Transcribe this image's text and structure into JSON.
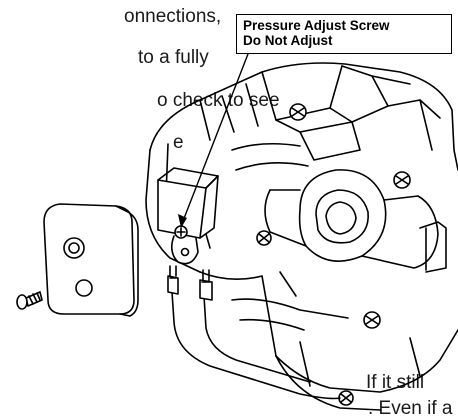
{
  "callout": {
    "line1": "Pressure Adjust Screw",
    "line2": "Do Not Adjust"
  },
  "text_fragments": [
    "onnections,",
    "to a fully",
    "o check to see",
    "e",
    "If it still",
    ". Even if a"
  ]
}
